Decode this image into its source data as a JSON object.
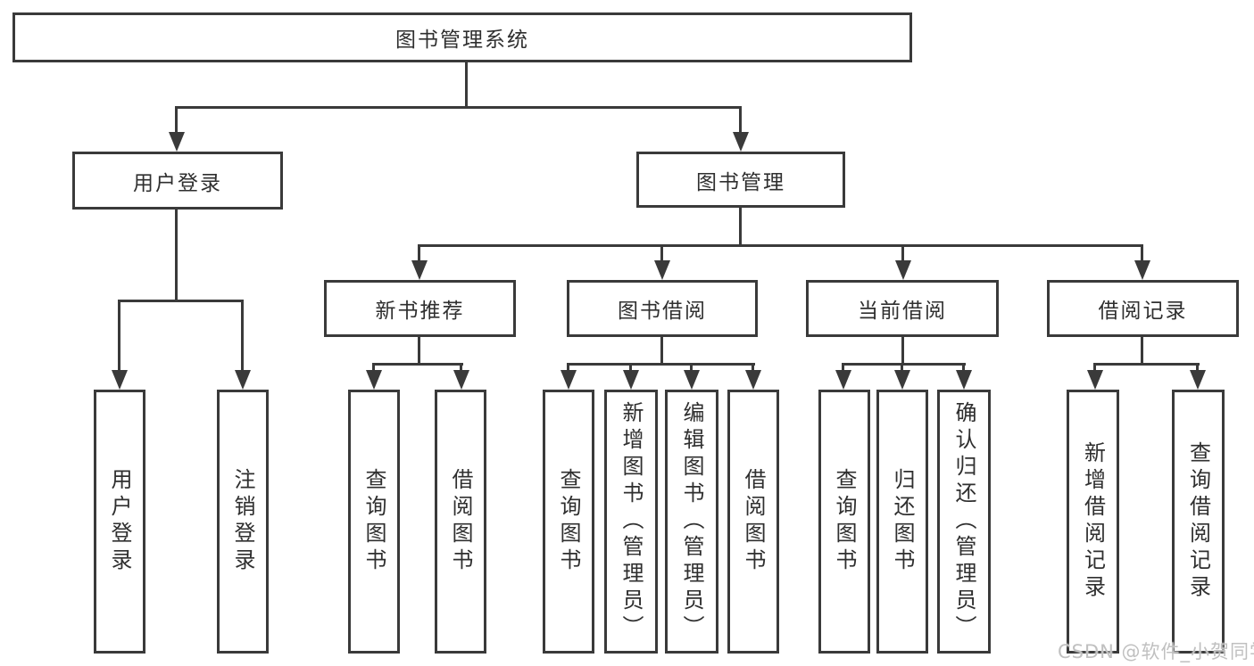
{
  "tree": {
    "label": "图书管理系统",
    "children": [
      {
        "label": "用户登录",
        "children": [
          {
            "label": "用户登录"
          },
          {
            "label": "注销登录"
          }
        ]
      },
      {
        "label": "图书管理",
        "children": [
          {
            "label": "新书推荐",
            "children": [
              {
                "label": "查询图书"
              },
              {
                "label": "借阅图书"
              }
            ]
          },
          {
            "label": "图书借阅",
            "children": [
              {
                "label": "查询图书"
              },
              {
                "label": "新增图书（管理员）"
              },
              {
                "label": "编辑图书（管理员）"
              },
              {
                "label": "借阅图书"
              }
            ]
          },
          {
            "label": "当前借阅",
            "children": [
              {
                "label": "查询图书"
              },
              {
                "label": "归还图书"
              },
              {
                "label": "确认归还（管理员）"
              }
            ]
          },
          {
            "label": "借阅记录",
            "children": [
              {
                "label": "新增借阅记录"
              },
              {
                "label": "查询借阅记录"
              }
            ]
          }
        ]
      }
    ]
  },
  "watermark": {
    "text": "CSDN @软件_小贺同学"
  },
  "colors": {
    "line": "#3a3a3a",
    "text": "#2f2f2f",
    "background": "#ffffff",
    "watermark": "#c0c0c0"
  }
}
